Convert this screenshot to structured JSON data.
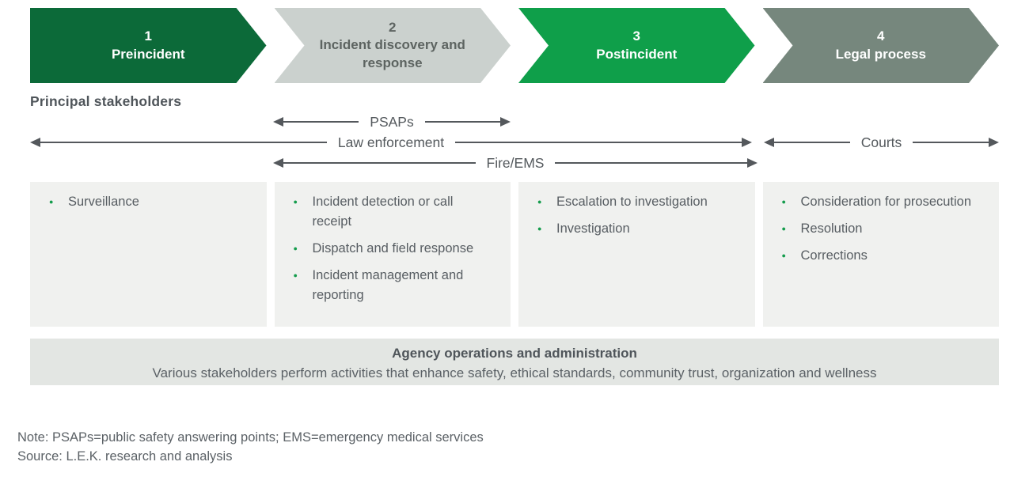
{
  "phases": [
    {
      "number": "1",
      "label": "Preincident",
      "variant": "dark-green",
      "bg": "#0c6a39"
    },
    {
      "number": "2",
      "label": "Incident discovery and response",
      "variant": "light-gray",
      "bg": "#cbd1ce"
    },
    {
      "number": "3",
      "label": "Postincident",
      "variant": "green",
      "bg": "#0f9f4a"
    },
    {
      "number": "4",
      "label": "Legal process",
      "variant": "gray",
      "bg": "#76877d"
    }
  ],
  "stakeholders": {
    "heading": "Principal stakeholders",
    "arrows": [
      {
        "label": "PSAPs",
        "spans_phases": "2"
      },
      {
        "label": "Law enforcement",
        "spans_phases": "1-3"
      },
      {
        "label": "Fire/EMS",
        "spans_phases": "2-3"
      },
      {
        "label": "Courts",
        "spans_phases": "4"
      }
    ],
    "arrow_color": "#54585c"
  },
  "columns": [
    {
      "items": [
        "Surveillance"
      ]
    },
    {
      "items": [
        "Incident detection or call receipt",
        "Dispatch and field response",
        "Incident management and reporting"
      ]
    },
    {
      "items": [
        "Escalation to investigation",
        "Investigation"
      ]
    },
    {
      "items": [
        "Consideration for prosecution",
        "Resolution",
        "Corrections"
      ]
    }
  ],
  "agency_bar": {
    "title": "Agency operations and administration",
    "subtitle": "Various stakeholders perform activities that enhance safety, ethical standards, community trust, organization and wellness"
  },
  "notes": {
    "note": "Note: PSAPs=public safety answering points; EMS=emergency medical services",
    "source": "Source: L.E.K. research and analysis"
  },
  "colors": {
    "bullet_green": "#149c4c",
    "box_bg": "#f0f1ef",
    "bar_bg": "#e3e6e3",
    "text": "#575d62"
  }
}
